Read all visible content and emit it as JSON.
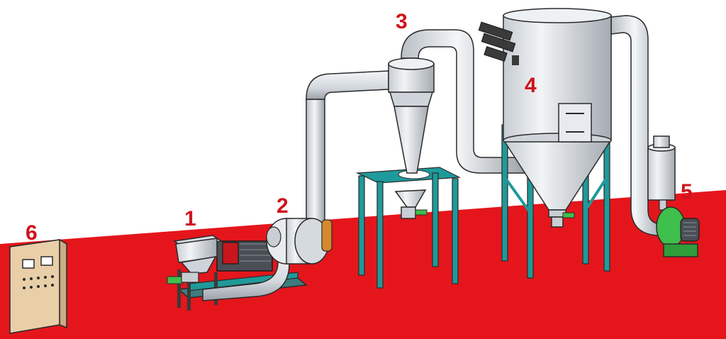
{
  "colors": {
    "floor": "#e4161c",
    "frame_teal": "#1f9a9a",
    "steel": "#d9dde2",
    "steel_dark": "#9aa1a8",
    "outline": "#2a2a2a",
    "green": "#3fbf4c",
    "motor_red": "#c8161d",
    "cabinet": "#e8cfa8",
    "label_red": "#d0121b"
  },
  "labels": [
    "1",
    "2",
    "3",
    "4",
    "5",
    "6"
  ],
  "icons": [
    "control-cabinet-icon",
    "grinder-mill-icon",
    "cyclone-separator-icon",
    "dust-collector-icon",
    "blower-fan-icon",
    "pipe-icon"
  ]
}
